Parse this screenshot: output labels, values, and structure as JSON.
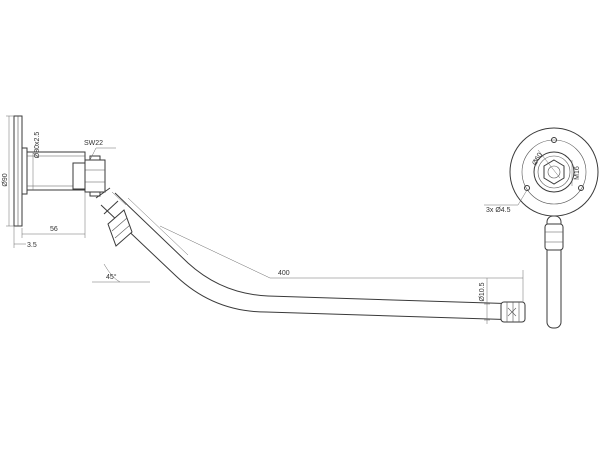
{
  "labels": {
    "d90": "Ø90",
    "d80x25": "Ø80x2.5",
    "sw22": "SW22",
    "l56": "56",
    "l35": "3.5",
    "a45": "45°",
    "l400": "400",
    "d105": "Ø10.5",
    "d60": "Ø60",
    "m16": "M16",
    "holes": "3x Ø4.5"
  }
}
